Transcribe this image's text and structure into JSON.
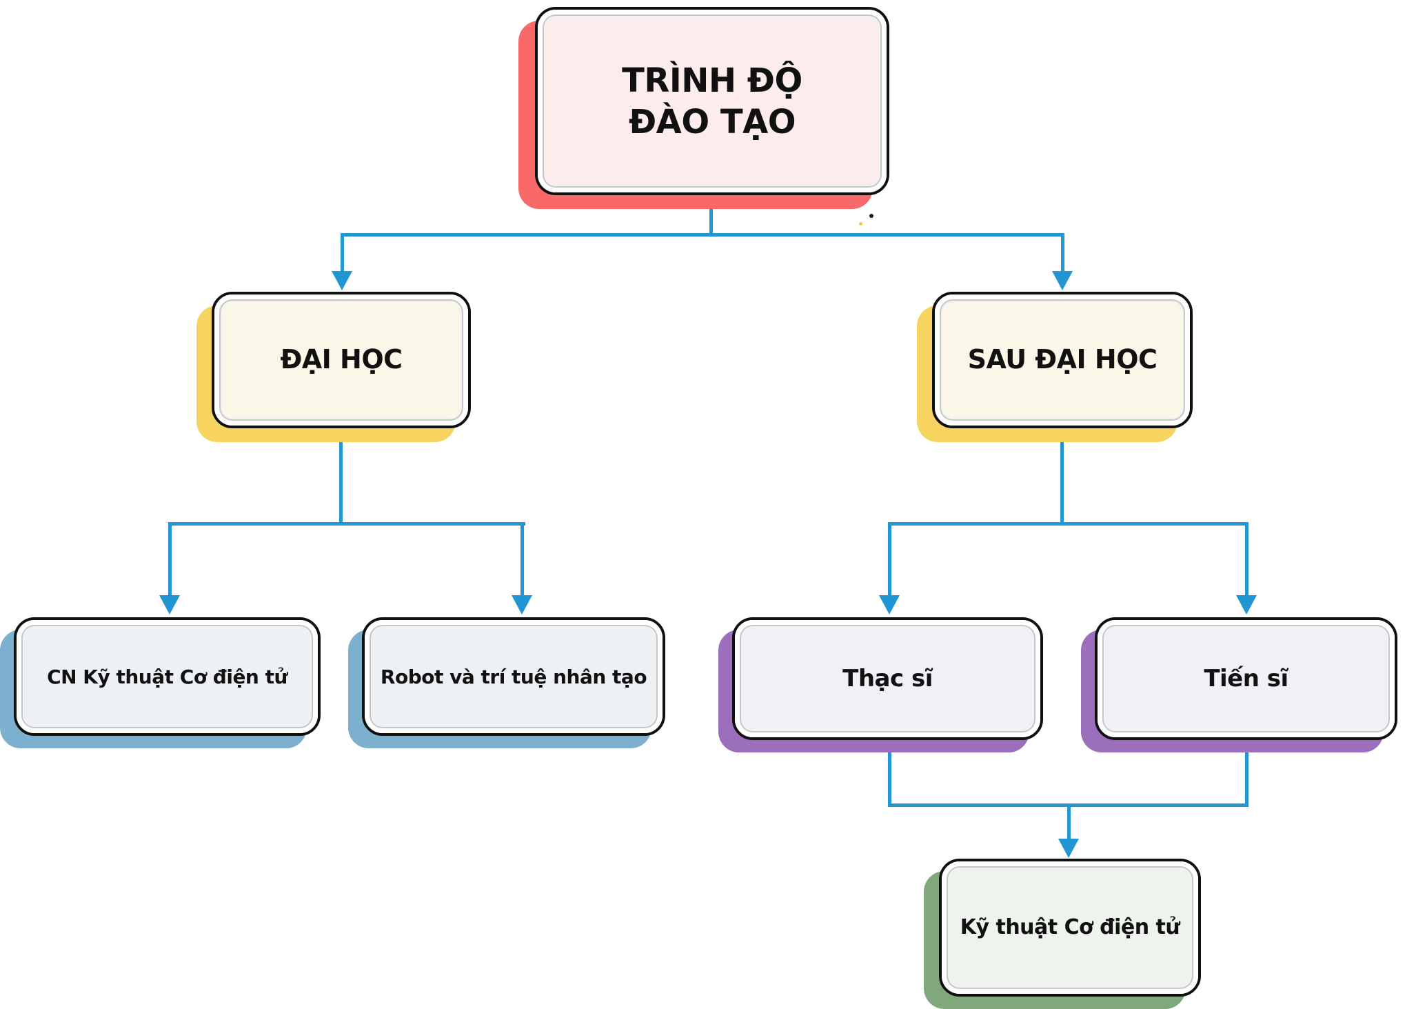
{
  "diagram": {
    "type": "flowchart",
    "colors": {
      "connector": "#2196d3",
      "border": "#101010",
      "text": "#111111",
      "root_fill": "#fdecec",
      "root_shadow": "#f96969",
      "level2_fill": "#faf6e8",
      "level2_shadow": "#f7d35f",
      "undergrad_fill": "#edf1f5",
      "undergrad_shadow": "#7dafce",
      "postgrad_fill": "#f2f0f6",
      "postgrad_shadow": "#9b6fbb",
      "merge_fill": "#eff3ee",
      "merge_shadow": "#81a87c"
    },
    "nodes": {
      "root": {
        "label": "TRÌNH ĐỘ ĐÀO TẠO",
        "line1": "TRÌNH ĐỘ",
        "line2": "ĐÀO TẠO"
      },
      "dai_hoc": {
        "label": "ĐẠI HỌC"
      },
      "sau_dai_hoc": {
        "label": "SAU ĐẠI HỌC"
      },
      "cn_co_dien_tu": {
        "label": "CN Kỹ thuật Cơ điện tử"
      },
      "robot_ai": {
        "label": "Robot và trí tuệ nhân tạo"
      },
      "thac_si": {
        "label": "Thạc sĩ"
      },
      "tien_si": {
        "label": "Tiến sĩ"
      },
      "ky_thuat_co_dien_tu": {
        "label": "Kỹ thuật Cơ điện tử"
      }
    },
    "edges": [
      {
        "from": "root",
        "to": "dai_hoc"
      },
      {
        "from": "root",
        "to": "sau_dai_hoc"
      },
      {
        "from": "dai_hoc",
        "to": "cn_co_dien_tu"
      },
      {
        "from": "dai_hoc",
        "to": "robot_ai"
      },
      {
        "from": "sau_dai_hoc",
        "to": "thac_si"
      },
      {
        "from": "sau_dai_hoc",
        "to": "tien_si"
      },
      {
        "from": "thac_si",
        "to": "ky_thuat_co_dien_tu"
      },
      {
        "from": "tien_si",
        "to": "ky_thuat_co_dien_tu"
      }
    ]
  }
}
